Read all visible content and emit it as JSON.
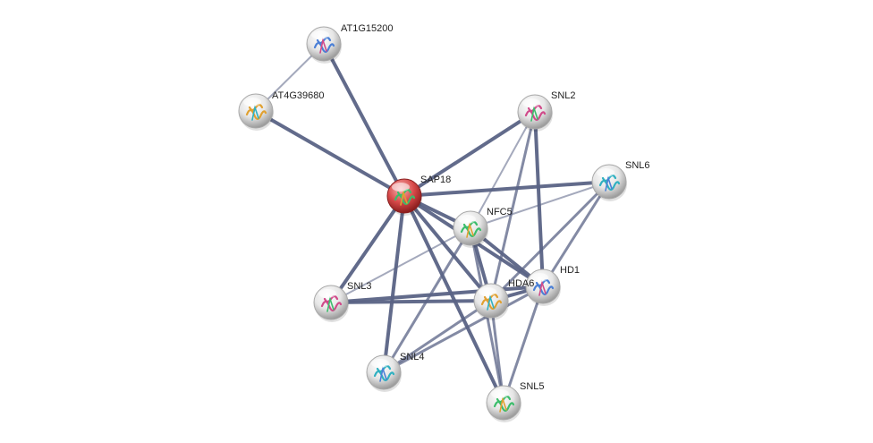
{
  "network": {
    "query_protein": "SAP18",
    "nodes": [
      {
        "id": "SAP18",
        "label": "SAP18",
        "query": true
      },
      {
        "id": "AT1G15200",
        "label": "AT1G15200"
      },
      {
        "id": "AT4G39680",
        "label": "AT4G39680"
      },
      {
        "id": "SNL2",
        "label": "SNL2"
      },
      {
        "id": "SNL6",
        "label": "SNL6"
      },
      {
        "id": "NFC5",
        "label": "NFC5"
      },
      {
        "id": "HD1",
        "label": "HD1"
      },
      {
        "id": "HDA6",
        "label": "HDA6"
      },
      {
        "id": "SNL3",
        "label": "SNL3"
      },
      {
        "id": "SNL4",
        "label": "SNL4"
      },
      {
        "id": "SNL5",
        "label": "SNL5"
      }
    ],
    "edges": [
      {
        "source": "AT1G15200",
        "target": "AT4G39680",
        "strength": "weak"
      },
      {
        "source": "AT1G15200",
        "target": "SAP18",
        "strength": "strong"
      },
      {
        "source": "AT4G39680",
        "target": "SAP18",
        "strength": "strong"
      },
      {
        "source": "SAP18",
        "target": "SNL2",
        "strength": "strong"
      },
      {
        "source": "SAP18",
        "target": "SNL6",
        "strength": "strong"
      },
      {
        "source": "SAP18",
        "target": "NFC5",
        "strength": "strong"
      },
      {
        "source": "SAP18",
        "target": "HD1",
        "strength": "strong"
      },
      {
        "source": "SAP18",
        "target": "HDA6",
        "strength": "strong"
      },
      {
        "source": "SAP18",
        "target": "SNL3",
        "strength": "strong"
      },
      {
        "source": "SAP18",
        "target": "SNL4",
        "strength": "strong"
      },
      {
        "source": "SAP18",
        "target": "SNL5",
        "strength": "strong"
      },
      {
        "source": "SNL2",
        "target": "NFC5",
        "strength": "weak"
      },
      {
        "source": "SNL2",
        "target": "HDA6",
        "strength": "medium"
      },
      {
        "source": "SNL2",
        "target": "HD1",
        "strength": "strong"
      },
      {
        "source": "SNL6",
        "target": "NFC5",
        "strength": "weak"
      },
      {
        "source": "SNL6",
        "target": "HDA6",
        "strength": "medium"
      },
      {
        "source": "SNL6",
        "target": "HD1",
        "strength": "medium"
      },
      {
        "source": "NFC5",
        "target": "HDA6",
        "strength": "strong"
      },
      {
        "source": "NFC5",
        "target": "HD1",
        "strength": "strong"
      },
      {
        "source": "NFC5",
        "target": "SNL3",
        "strength": "weak"
      },
      {
        "source": "NFC5",
        "target": "SNL4",
        "strength": "medium"
      },
      {
        "source": "NFC5",
        "target": "SNL5",
        "strength": "medium"
      },
      {
        "source": "HDA6",
        "target": "HD1",
        "strength": "strong"
      },
      {
        "source": "HDA6",
        "target": "SNL3",
        "strength": "strong"
      },
      {
        "source": "HDA6",
        "target": "SNL4",
        "strength": "medium"
      },
      {
        "source": "HDA6",
        "target": "SNL5",
        "strength": "medium"
      },
      {
        "source": "HD1",
        "target": "SNL3",
        "strength": "strong"
      },
      {
        "source": "HD1",
        "target": "SNL4",
        "strength": "medium"
      },
      {
        "source": "HD1",
        "target": "SNL5",
        "strength": "medium"
      }
    ]
  },
  "colors": {
    "edge": "#5a6385",
    "node_fill": "#e9e9e9",
    "query_node_fill": "#d84a4a"
  }
}
